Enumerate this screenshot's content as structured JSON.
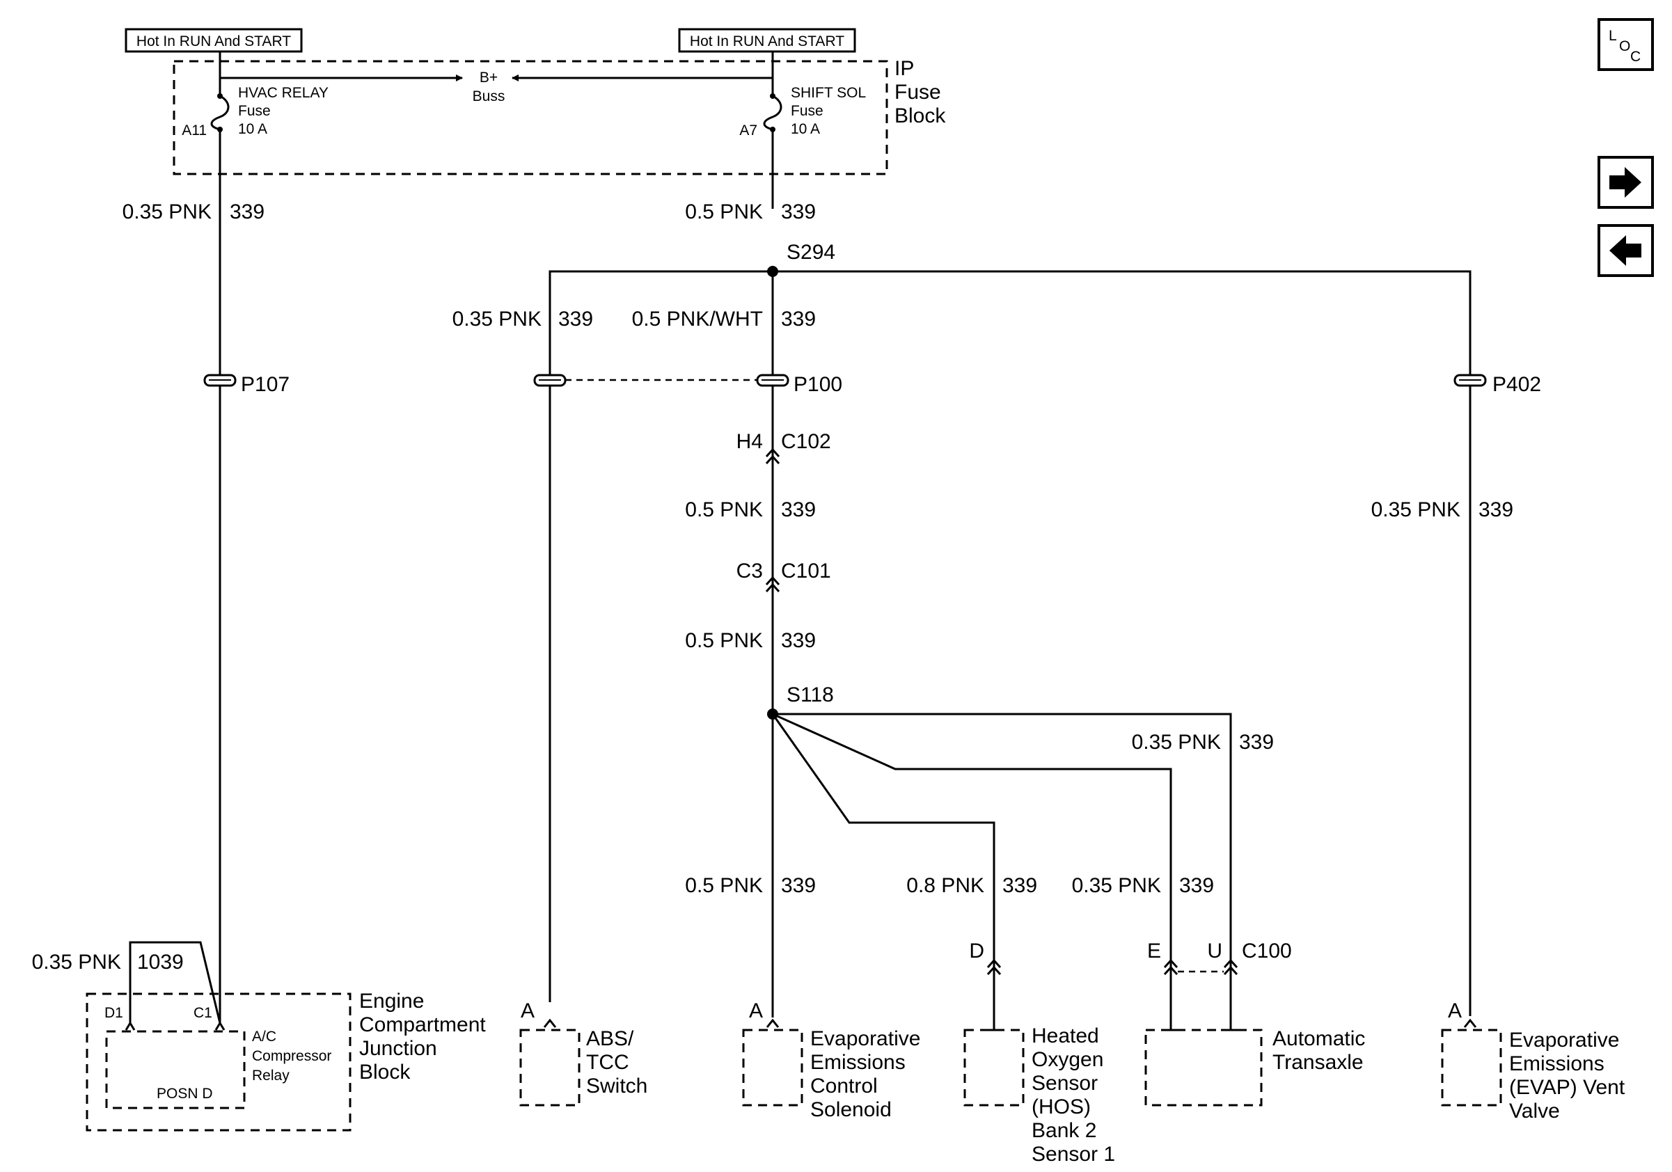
{
  "diagram": {
    "hot_labels": [
      "Hot In RUN And START",
      "Hot In RUN And START"
    ],
    "fuse_block": {
      "name_lines": [
        "IP",
        "Fuse",
        "Block"
      ],
      "bus_label_lines": [
        "B+",
        "Buss"
      ],
      "fuses": [
        {
          "name_lines": [
            "HVAC RELAY",
            "Fuse",
            "10 A"
          ],
          "terminal": "A11"
        },
        {
          "name_lines": [
            "SHIFT SOL",
            "Fuse",
            "10 A"
          ],
          "terminal": "A7"
        }
      ]
    },
    "wires": [
      {
        "size_color": "0.35 PNK",
        "circuit": "339"
      },
      {
        "size_color": "0.5 PNK",
        "circuit": "339"
      },
      {
        "size_color": "0.35 PNK",
        "circuit": "339"
      },
      {
        "size_color": "0.5 PNK/WHT",
        "circuit": "339"
      },
      {
        "size_color": "0.5 PNK",
        "circuit": "339"
      },
      {
        "size_color": "0.5 PNK",
        "circuit": "339"
      },
      {
        "size_color": "0.35 PNK",
        "circuit": "339"
      },
      {
        "size_color": "0.35 PNK",
        "circuit": "339"
      },
      {
        "size_color": "0.5 PNK",
        "circuit": "339"
      },
      {
        "size_color": "0.8 PNK",
        "circuit": "339"
      },
      {
        "size_color": "0.35 PNK",
        "circuit": "339"
      },
      {
        "size_color": "0.35 PNK",
        "circuit": "1039"
      }
    ],
    "splices": [
      "S294",
      "S118"
    ],
    "passthroughs": [
      "P107",
      "P100",
      "P402"
    ],
    "connectors": [
      {
        "pin": "H4",
        "name": "C102"
      },
      {
        "pin": "C3",
        "name": "C101"
      },
      {
        "pin": "D",
        "name": ""
      },
      {
        "pin": "E",
        "name": ""
      },
      {
        "pin": "U",
        "name": "C100"
      }
    ],
    "component_pins": [
      "A",
      "A",
      "A",
      "D1",
      "C1"
    ],
    "components": [
      {
        "name_lines": [
          "Engine",
          "Compartment",
          "Junction",
          "Block"
        ]
      },
      {
        "name_lines": [
          "ABS/",
          "TCC",
          "Switch"
        ]
      },
      {
        "name_lines": [
          "Evaporative",
          "Emissions",
          "Control",
          "Solenoid"
        ]
      },
      {
        "name_lines": [
          "Heated",
          "Oxygen",
          "Sensor",
          "(HOS)",
          "Bank 2",
          "Sensor 1"
        ]
      },
      {
        "name_lines": [
          "Automatic",
          "Transaxle"
        ]
      },
      {
        "name_lines": [
          "Evaporative",
          "Emissions",
          "(EVAP) Vent",
          "Valve"
        ]
      }
    ],
    "relay": {
      "name_lines": [
        "A/C",
        "Compressor",
        "Relay"
      ],
      "position": "POSN D"
    }
  },
  "nav": {
    "loc_letters": [
      "L",
      "O",
      "C"
    ],
    "next_icon": "arrow-right-icon",
    "prev_icon": "arrow-left-icon"
  }
}
